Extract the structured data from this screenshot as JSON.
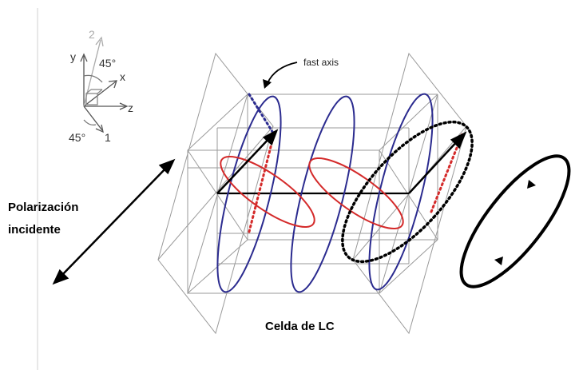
{
  "labels": {
    "incident_line1": "Polarización",
    "incident_line2": "incidente",
    "cell": "Celda de LC",
    "fast_axis": "fast axis"
  },
  "axes": {
    "y": "y",
    "x": "x",
    "z": "z",
    "one": "1",
    "two": "2",
    "angle_top": "45°",
    "angle_bottom": "45°"
  },
  "colors": {
    "grid": "#9a9a9a",
    "blue": "#2b2b8f",
    "red": "#d42a2a",
    "black": "#000000"
  }
}
